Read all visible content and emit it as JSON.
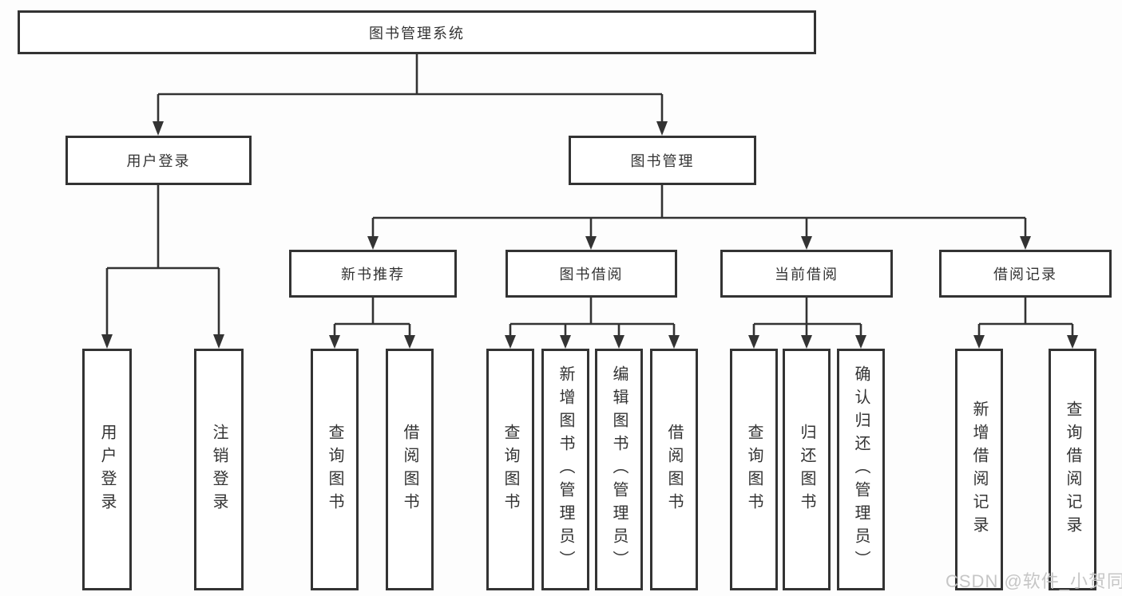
{
  "tree": {
    "label": "图书管理系统",
    "children": [
      {
        "label": "用户登录",
        "children": [
          {
            "label": "用户登录"
          },
          {
            "label": "注销登录"
          }
        ]
      },
      {
        "label": "图书管理",
        "children": [
          {
            "label": "新书推荐",
            "children": [
              {
                "label": "查询图书"
              },
              {
                "label": "借阅图书"
              }
            ]
          },
          {
            "label": "图书借阅",
            "children": [
              {
                "label": "查询图书"
              },
              {
                "label": "新增图书（管理员）"
              },
              {
                "label": "编辑图书（管理员）"
              },
              {
                "label": "借阅图书"
              }
            ]
          },
          {
            "label": "当前借阅",
            "children": [
              {
                "label": "查询图书"
              },
              {
                "label": "归还图书"
              },
              {
                "label": "确认归还（管理员）"
              }
            ]
          },
          {
            "label": "借阅记录",
            "children": [
              {
                "label": "新增借阅记录"
              },
              {
                "label": "查询借阅记录"
              }
            ]
          }
        ]
      }
    ]
  },
  "watermark": "CSDN @软件_小贺同学",
  "colors": {
    "line": "#333333",
    "box_border": "#333333",
    "box_fill": "#ffffff",
    "page_bg": "#fdfdfd",
    "watermark": "#c6c6c6"
  }
}
